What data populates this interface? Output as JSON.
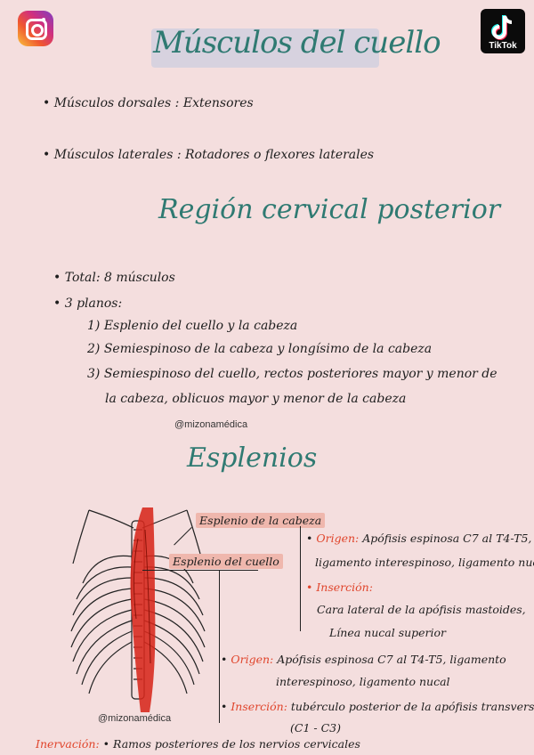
{
  "header": {
    "title": "Músculos del cuello",
    "instagram_icon": "instagram-icon",
    "tiktok_label": "TikTok",
    "tiktok_icon": "tiktok-icon"
  },
  "intro": {
    "dorsal_label": "Músculos dorsales",
    "dorsal_value": "Extensores",
    "lateral_label": "Músculos laterales",
    "lateral_value": "Rotadores o flexores laterales"
  },
  "region": {
    "title": "Región cervical posterior",
    "total": "Total: 8 músculos",
    "planos_label": "3 planos:",
    "planos": [
      "1) Esplenio del cuello y la cabeza",
      "2) Semiespinoso de la cabeza y longísimo de la cabeza",
      "3) Semiespinoso del cuello, rectos posteriores mayor y menor de",
      "la cabeza, oblicuos mayor y menor de la cabeza"
    ],
    "watermark": "@mizonamédica"
  },
  "esplenios": {
    "title": "Esplenios",
    "label_cabeza": "Esplenio de la cabeza",
    "label_cuello": "Esplenio del cuello",
    "cabeza": {
      "origen_label": "Origen:",
      "origen_line1": "Apófisis espinosa C7 al T4-T5,",
      "origen_line2": "ligamento interespinoso, ligamento nucal",
      "insercion_label": "Inserción:",
      "insercion_line1": "Cara lateral de la apófisis mastoides,",
      "insercion_line2": "Línea nucal superior"
    },
    "cuello": {
      "origen_label": "Origen:",
      "origen_line1": "Apófisis espinosa C7 al T4-T5,",
      "origen_line1b": "ligamento",
      "origen_line2": "interespinoso, ligamento nucal",
      "insercion_label": "Inserción:",
      "insercion_line1": "tubérculo posterior de la apófisis transversa",
      "insercion_line2": "(C1 - C3)"
    },
    "watermark": "@mizonamédica",
    "inervacion_label": "Inervación:",
    "inervacion_value": "Ramos posteriores de los nervios cervicales"
  }
}
